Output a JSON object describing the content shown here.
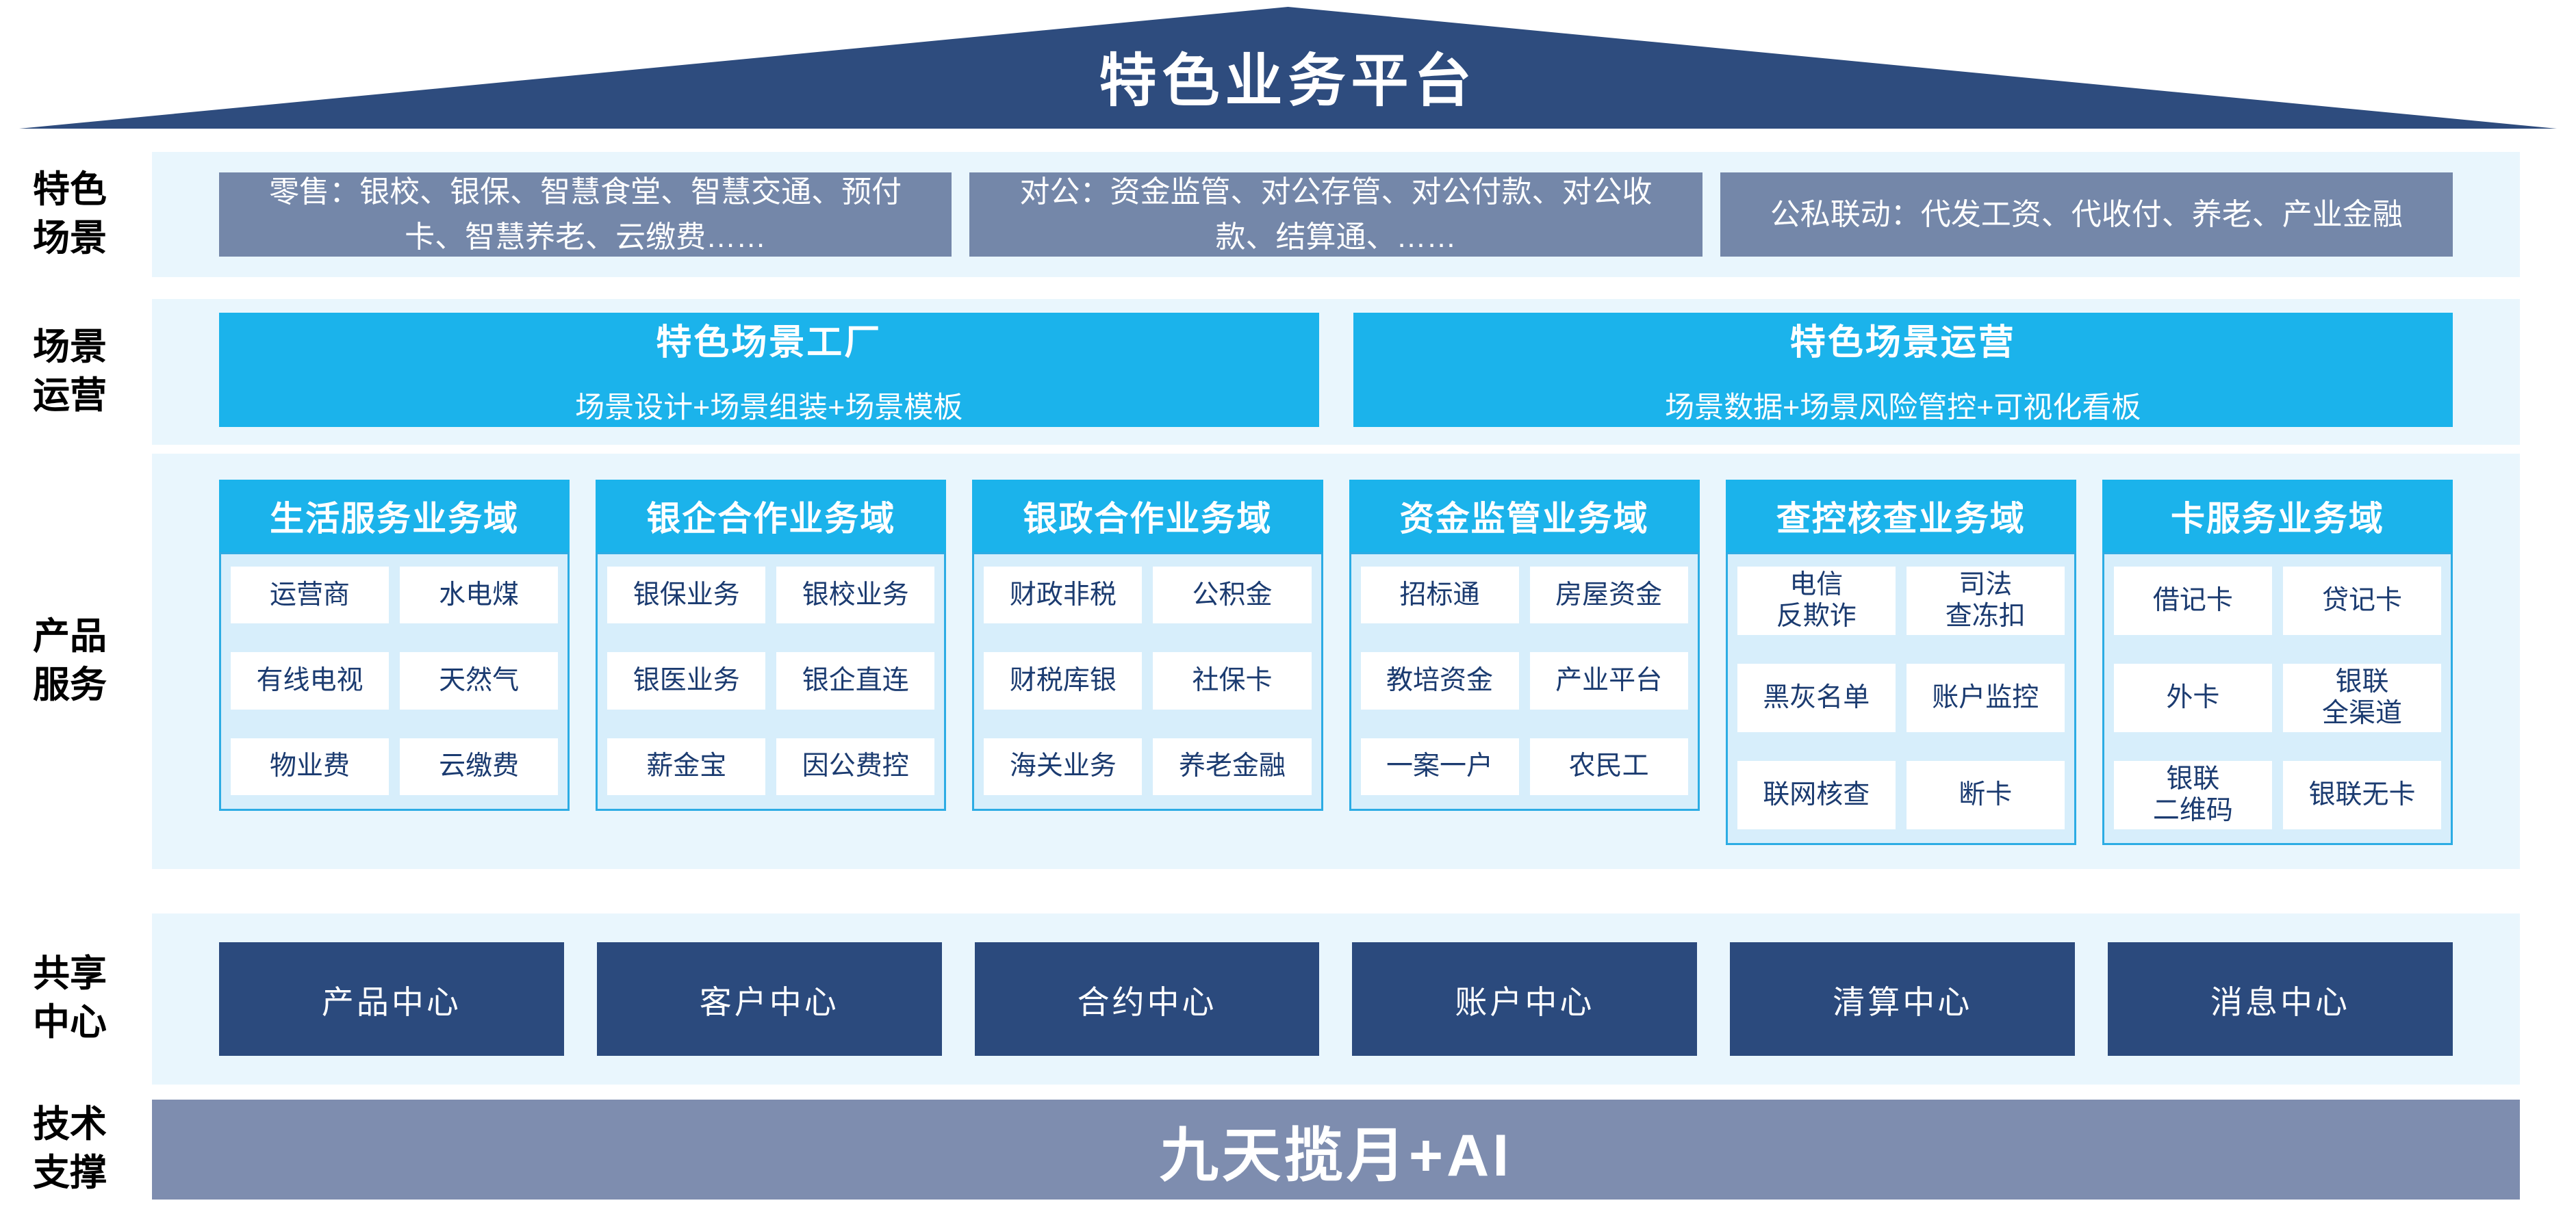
{
  "title": "特色业务平台",
  "colors": {
    "roof_navy": "#2E4C7E",
    "band_background": "#E9F6FD",
    "scene_box_gray_blue": "#7487A9",
    "accent_cyan": "#1BB3EB",
    "domain_body_blue": "#D7EEFB",
    "domain_border_cyan": "#2CACE4",
    "cell_text_navy": "#1B3B70",
    "center_box_navy": "#2B4A7D",
    "tech_bar_gray_blue": "#7E8DAF"
  },
  "sections": {
    "scenes": {
      "label": "特色\n场景",
      "boxes": [
        "零售：银校、银保、智慧食堂、智慧交通、预付卡、智慧养老、云缴费……",
        "对公：资金监管、对公存管、对公付款、对公收款、结算通、……",
        "公私联动：代发工资、代收付、养老、产业金融"
      ]
    },
    "operations": {
      "label": "场景\n运营",
      "boxes": [
        {
          "title": "特色场景工厂",
          "subtitle": "场景设计+场景组装+场景模板"
        },
        {
          "title": "特色场景运营",
          "subtitle": "场景数据+场景风险管控+可视化看板"
        }
      ]
    },
    "products": {
      "label": "产品\n服务",
      "domains": [
        {
          "header": "生活服务业务域",
          "cells": [
            "运营商",
            "水电煤",
            "有线电视",
            "天然气",
            "物业费",
            "云缴费"
          ]
        },
        {
          "header": "银企合作业务域",
          "cells": [
            "银保业务",
            "银校业务",
            "银医业务",
            "银企直连",
            "薪金宝",
            "因公费控"
          ]
        },
        {
          "header": "银政合作业务域",
          "cells": [
            "财政非税",
            "公积金",
            "财税库银",
            "社保卡",
            "海关业务",
            "养老金融"
          ]
        },
        {
          "header": "资金监管业务域",
          "cells": [
            "招标通",
            "房屋资金",
            "教培资金",
            "产业平台",
            "一案一户",
            "农民工"
          ]
        },
        {
          "header": "查控核查业务域",
          "cells": [
            "电信\n反欺诈",
            "司法\n查冻扣",
            "黑灰名单",
            "账户监控",
            "联网核查",
            "断卡"
          ]
        },
        {
          "header": "卡服务业务域",
          "cells": [
            "借记卡",
            "贷记卡",
            "外卡",
            "银联\n全渠道",
            "银联\n二维码",
            "银联无卡"
          ]
        }
      ]
    },
    "shared": {
      "label": "共享\n中心",
      "centers": [
        "产品中心",
        "客户中心",
        "合约中心",
        "账户中心",
        "清算中心",
        "消息中心"
      ]
    },
    "tech": {
      "label": "技术\n支撑",
      "bar": "九天揽月+AI"
    }
  }
}
